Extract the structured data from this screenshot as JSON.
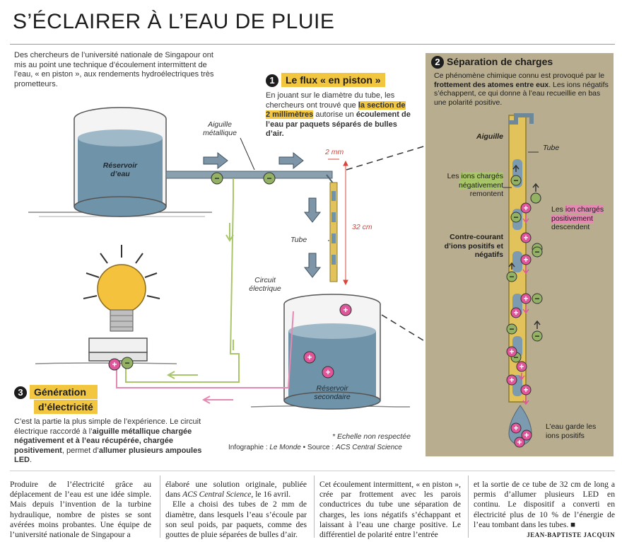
{
  "title": "S’ÉCLAIRER À L’EAU DE PLUIE",
  "intro": "Des chercheurs de l’université nationale de Singapour ont mis au point une technique d’écoulement intermittent de l’eau, « en piston », aux rendements hydroélectriques très prometteurs.",
  "section1": {
    "number": "1",
    "title": "Le flux « en piston »",
    "text_a": "En jouant sur le diamètre du tube, les chercheurs ont trouvé que ",
    "highlight": "la section de 2 millimètres",
    "text_b": " autorise un ",
    "bold": "écoulement de l’eau par paquets séparés de bulles d’air."
  },
  "section2": {
    "number": "2",
    "title": "Séparation de charges",
    "text_a": "Ce phénomène chimique connu est provoqué par le ",
    "bold": "frottement des atomes entre eux",
    "text_b": ". Les ions négatifs s’échappent, ce qui donne à l’eau recueillie en bas une polarité positive.",
    "labels": {
      "needle": "Aiguille",
      "tube": "Tube",
      "neg_pre": "Les ",
      "neg_hl1": "ions chargés",
      "neg_hl2": "négativement",
      "neg_post": "remontent",
      "pos_pre": "Les ",
      "pos_hl1": "ion chargés",
      "pos_hl2": "positivement",
      "pos_post": "descendent",
      "counter": "Contre-courant d’ions positifs et négatifs",
      "drop": "L’eau garde les ions positifs"
    }
  },
  "section3": {
    "number": "3",
    "title_line1": "Génération",
    "title_line2": "d’électricité",
    "text_a": "C’est la partie la plus simple de l’expérience. Le circuit électrique raccordé à l’",
    "bold1": "aiguille métallique chargée négativement et à l’eau récupérée, chargée positivement",
    "text_b": ", permet d’",
    "bold2": "allumer plusieurs ampoules LED",
    "text_c": "."
  },
  "diagram_labels": {
    "reservoir": "Réservoir d’eau",
    "needle": "Aiguille métallique",
    "width": "2 mm",
    "length": "32 cm",
    "tube": "Tube",
    "circuit": "Circuit électrique",
    "secondary": "Réservoir secondaire",
    "scale_note": "* Echelle non respectée"
  },
  "credit": {
    "prefix": "Infographie : ",
    "source1": "Le Monde",
    "mid": " • Source : ",
    "source2": "ACS Central Science"
  },
  "article": {
    "col1": "Produire de l’électricité grâce au déplacement de l’eau est une idée simple. Mais depuis l’invention de la turbine hydraulique, nombre de pistes se sont avérées moins probantes. Une équipe de l’université nationale de Singapour a",
    "col2_a": "élaboré une solution originale, publiée dans ",
    "col2_journal": "ACS Central Science",
    "col2_b": ", le 16 avril.",
    "col2_p2": "Elle a choisi des tubes de 2 mm de diamètre, dans lesquels l’eau s’écoule par son seul poids, par paquets, comme des gouttes de pluie séparées de bulles d’air.",
    "col3": "Cet écoulement intermittent, « en piston », crée par frottement avec les parois conductrices du tube une séparation de charges, les ions négatifs s’échappant et laissant à l’eau une charge positive. Le différentiel de polarité entre l’entrée",
    "col4": "et la sortie de ce tube de 32 cm de long a permis d’allumer plusieurs LED en continu. Le dispositif a converti en électricité plus de 10 % de l’énergie de l’eau tombant dans les tubes.",
    "author": "JEAN-BAPTISTE JACQUIN"
  },
  "colors": {
    "accent": "#f3c63f",
    "green": "#a9c66b",
    "pink": "#e489b1",
    "water": "#6f93a8",
    "panel": "#b8ad8e"
  }
}
